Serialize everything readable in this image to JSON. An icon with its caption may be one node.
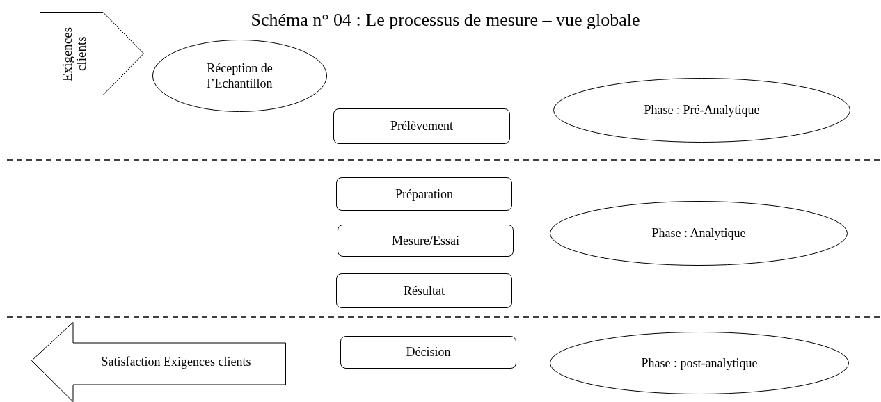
{
  "diagram": {
    "title": "Schéma n° 04 : Le processus de mesure – vue globale",
    "nodes": [
      {
        "text": [
          "Exigences clients"
        ]
      },
      {
        "text": [
          "Réception de l’Echantillon"
        ]
      },
      {
        "text": [
          "Prélèvement"
        ]
      },
      {
        "text": [
          "Phase : Pré-Analytique"
        ]
      },
      {
        "text": [
          "Préparation"
        ]
      },
      {
        "text": [
          "Mesure/Essai"
        ]
      },
      {
        "text": [
          "Phase : Analytique"
        ]
      },
      {
        "text": [
          "Résultat"
        ]
      },
      {
        "text": [
          "Satisfaction Exigences clients"
        ]
      },
      {
        "text": [
          "Décision"
        ]
      },
      {
        "text": [
          "Phase : post-analytique"
        ]
      }
    ],
    "edges": []
  }
}
